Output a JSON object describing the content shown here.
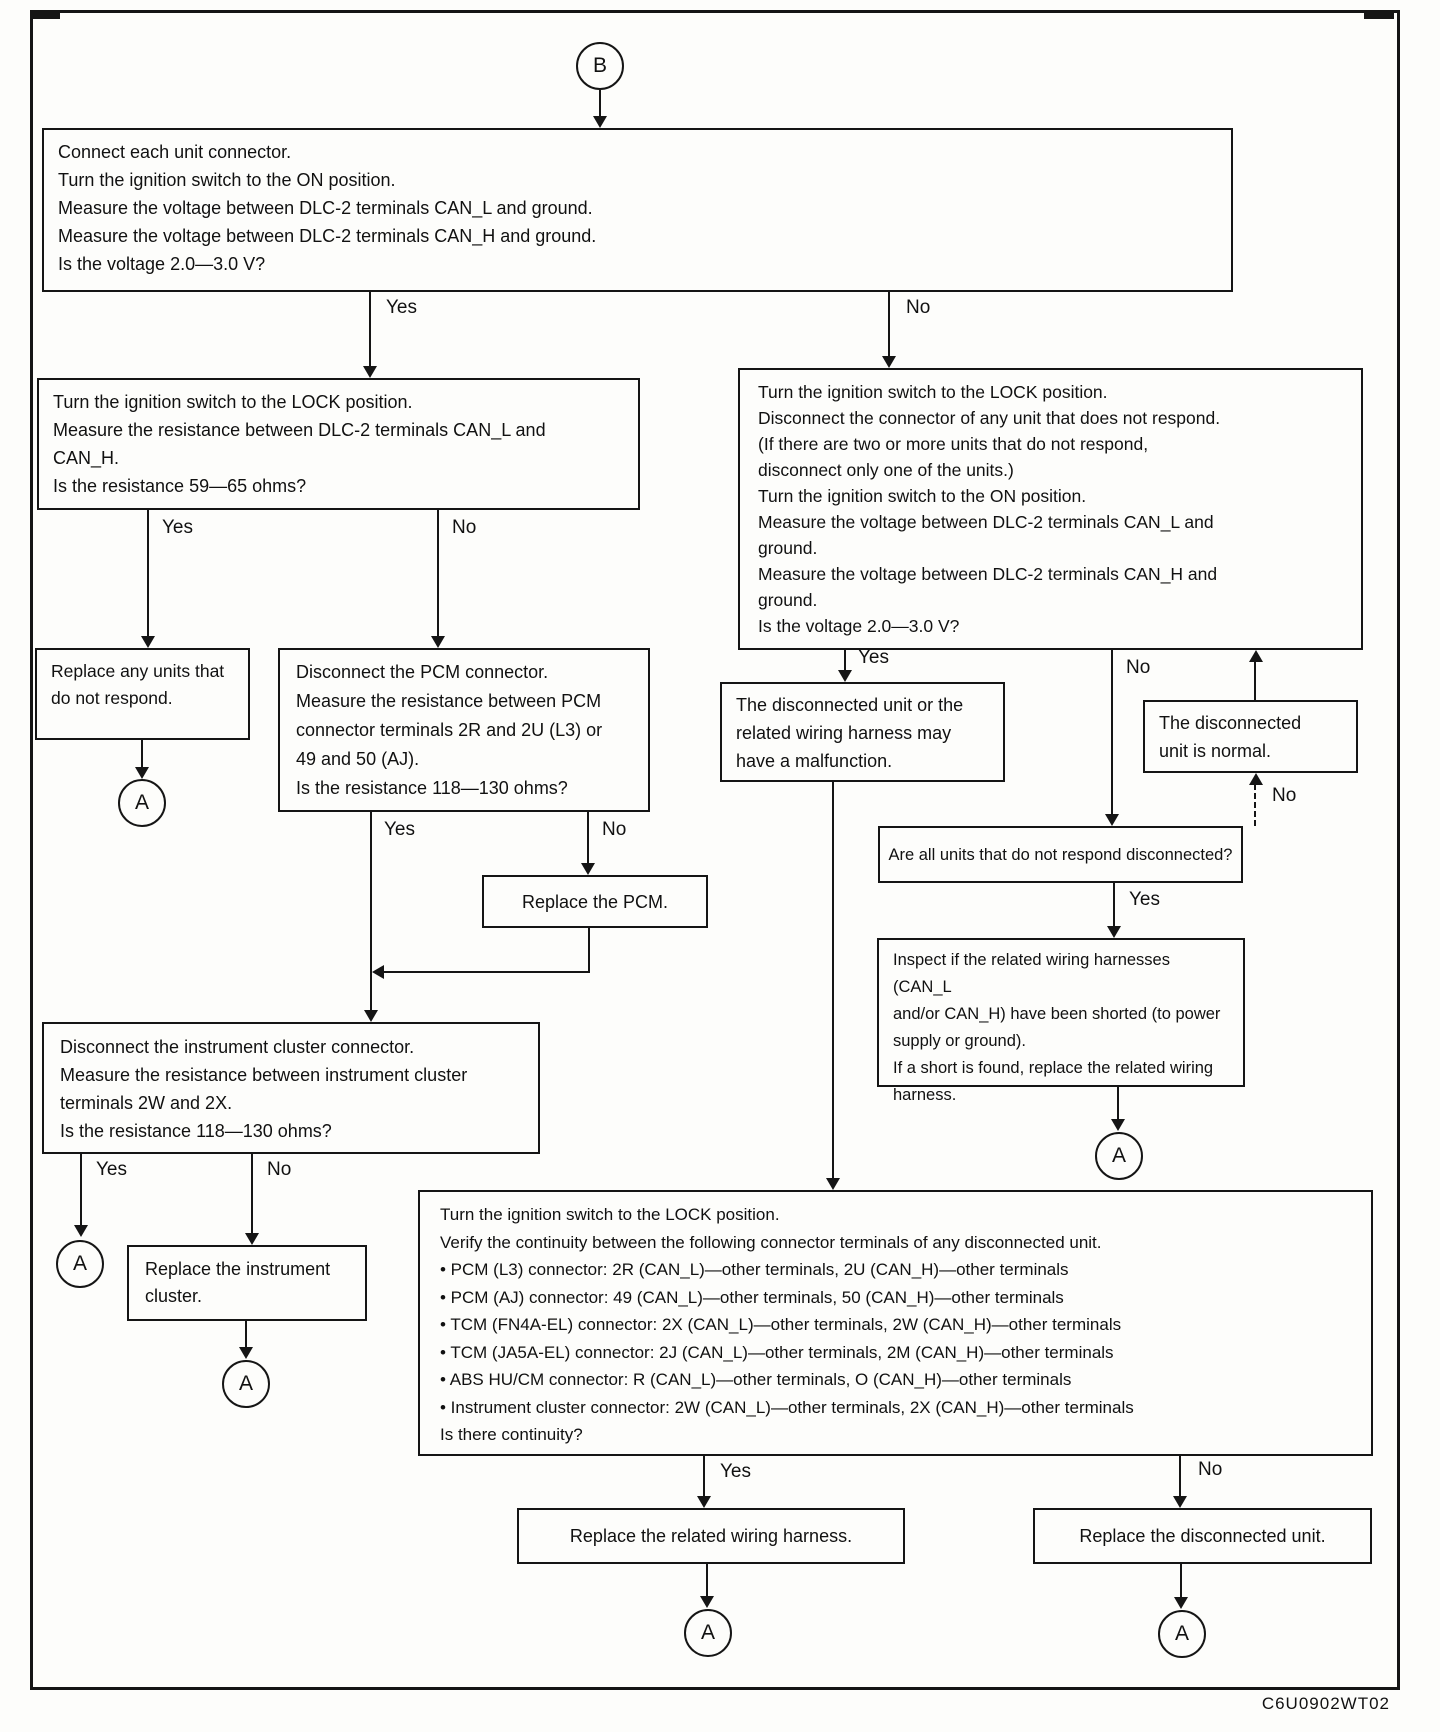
{
  "figure_code": "C6U0902WT02",
  "labels": {
    "yes": "Yes",
    "no": "No"
  },
  "connectors": {
    "a": "A",
    "b": "B"
  },
  "nodes": {
    "check_voltage": "Connect each unit connector.\nTurn the ignition switch to the ON position.\nMeasure the voltage between DLC-2 terminals CAN_L and ground.\nMeasure the voltage between DLC-2 terminals CAN_H and ground.\nIs the voltage 2.0—3.0 V?",
    "check_resistance_dlc": "Turn the ignition switch to the LOCK position.\nMeasure the resistance between DLC-2 terminals CAN_L and\nCAN_H.\nIs the resistance 59—65 ohms?",
    "disconnect_retest": "Turn the ignition switch to the LOCK position.\nDisconnect the connector of any unit that does not respond.\n(If there are two or more units that do not respond,\ndisconnect only one of the units.)\nTurn the ignition switch to the ON position.\nMeasure the voltage between DLC-2 terminals CAN_L and\nground.\nMeasure the voltage between DLC-2 terminals CAN_H and\nground.\nIs the voltage 2.0—3.0 V?",
    "replace_units": "Replace any units that\ndo not respond.",
    "check_pcm": "Disconnect the PCM connector.\nMeasure the resistance between PCM\nconnector terminals 2R and 2U (L3) or\n49 and 50 (AJ).\nIs the resistance 118—130 ohms?",
    "replace_pcm": "Replace the PCM.",
    "check_cluster": "Disconnect the instrument cluster connector.\nMeasure the resistance between instrument cluster\nterminals 2W and 2X.\nIs the resistance 118—130 ohms?",
    "replace_cluster": "Replace the instrument\ncluster.",
    "unit_malfunction": "The disconnected unit or the\nrelated wiring harness may\nhave a malfunction.",
    "unit_normal": "The disconnected\nunit is normal.",
    "all_disconnected": "Are all units that do not respond disconnected?",
    "inspect_short": "Inspect if the related wiring harnesses (CAN_L\nand/or CAN_H) have been shorted (to power\nsupply or ground).\nIf a short is found, replace the related wiring\nharness.",
    "check_continuity": "Turn the ignition switch to the LOCK position.\nVerify the continuity between the following connector terminals of any disconnected unit.\n• PCM (L3) connector: 2R (CAN_L)—other terminals, 2U (CAN_H)—other terminals\n• PCM (AJ) connector: 49 (CAN_L)—other terminals, 50 (CAN_H)—other terminals\n• TCM (FN4A-EL) connector: 2X (CAN_L)—other terminals, 2W (CAN_H)—other terminals\n• TCM (JA5A-EL) connector: 2J (CAN_L)—other terminals, 2M (CAN_H)—other terminals\n• ABS HU/CM connector: R (CAN_L)—other terminals, O (CAN_H)—other terminals\n• Instrument cluster connector: 2W (CAN_L)—other terminals, 2X (CAN_H)—other terminals\nIs there continuity?",
    "replace_harness": "Replace the related wiring harness.",
    "replace_disconnected_unit": "Replace the disconnected unit."
  }
}
